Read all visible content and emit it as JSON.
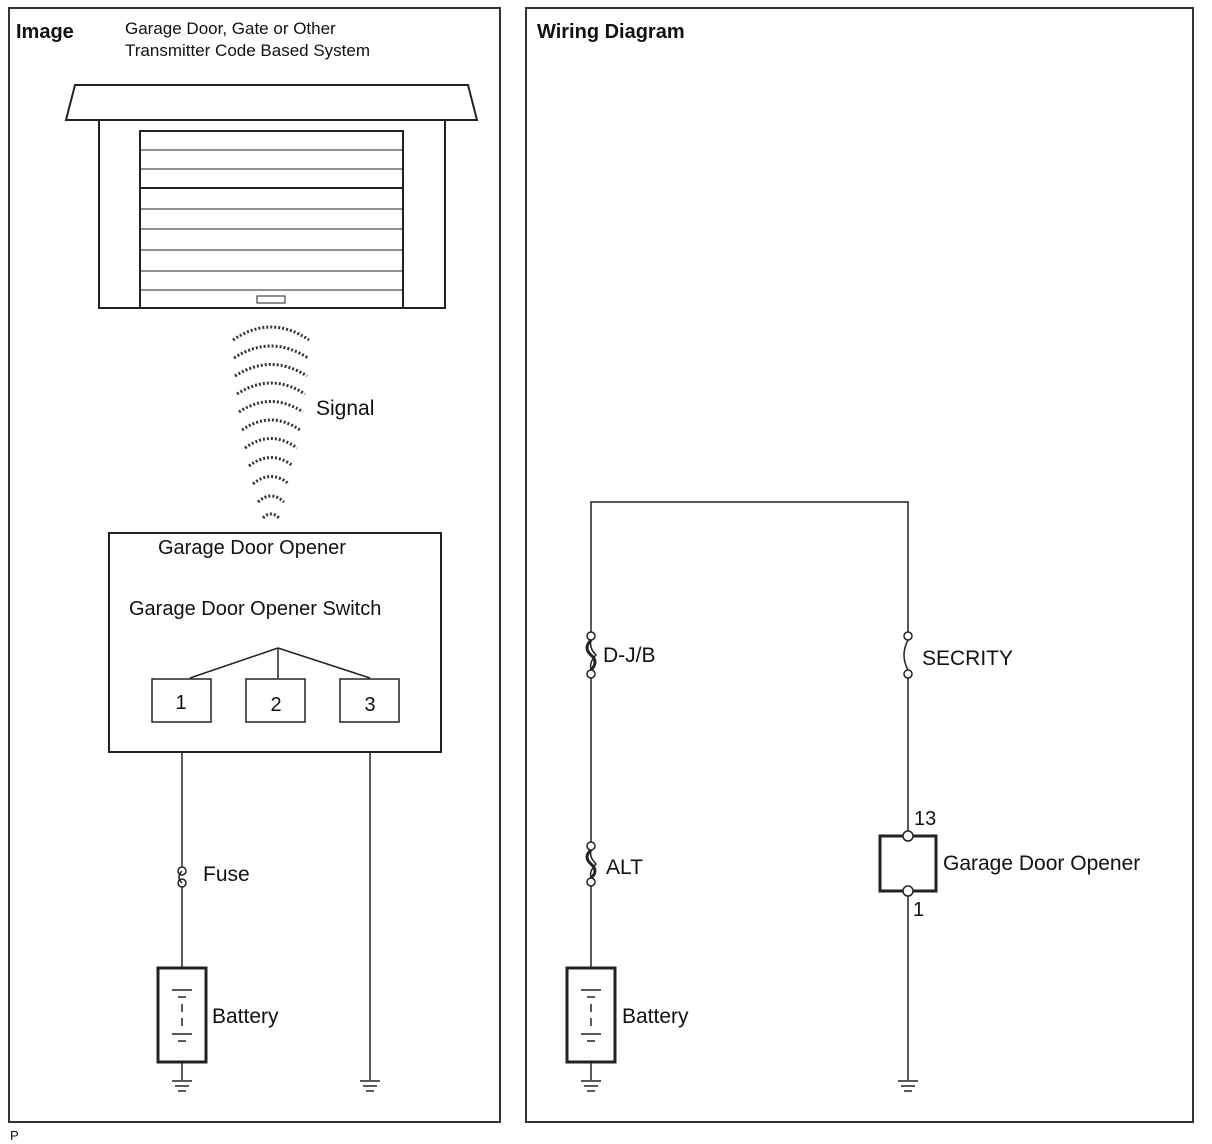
{
  "panels": {
    "image": {
      "title": "Image",
      "subtitle_line1": "Garage Door, Gate or Other",
      "subtitle_line2": "Transmitter Code Based System",
      "signal_label": "Signal",
      "opener_box_title": "Garage Door Opener",
      "switch_label": "Garage Door Opener Switch",
      "buttons": [
        "1",
        "2",
        "3"
      ],
      "fuse_label": "Fuse",
      "battery_label": "Battery"
    },
    "wiring": {
      "title": "Wiring Diagram",
      "fuse_top_left": "D-J/B",
      "fuse_top_right": "SECRITY",
      "fuse_bottom_left": "ALT",
      "pin_top": "13",
      "pin_bottom": "1",
      "opener_label": "Garage Door Opener",
      "battery_label": "Battery"
    }
  },
  "footer_code": "P"
}
